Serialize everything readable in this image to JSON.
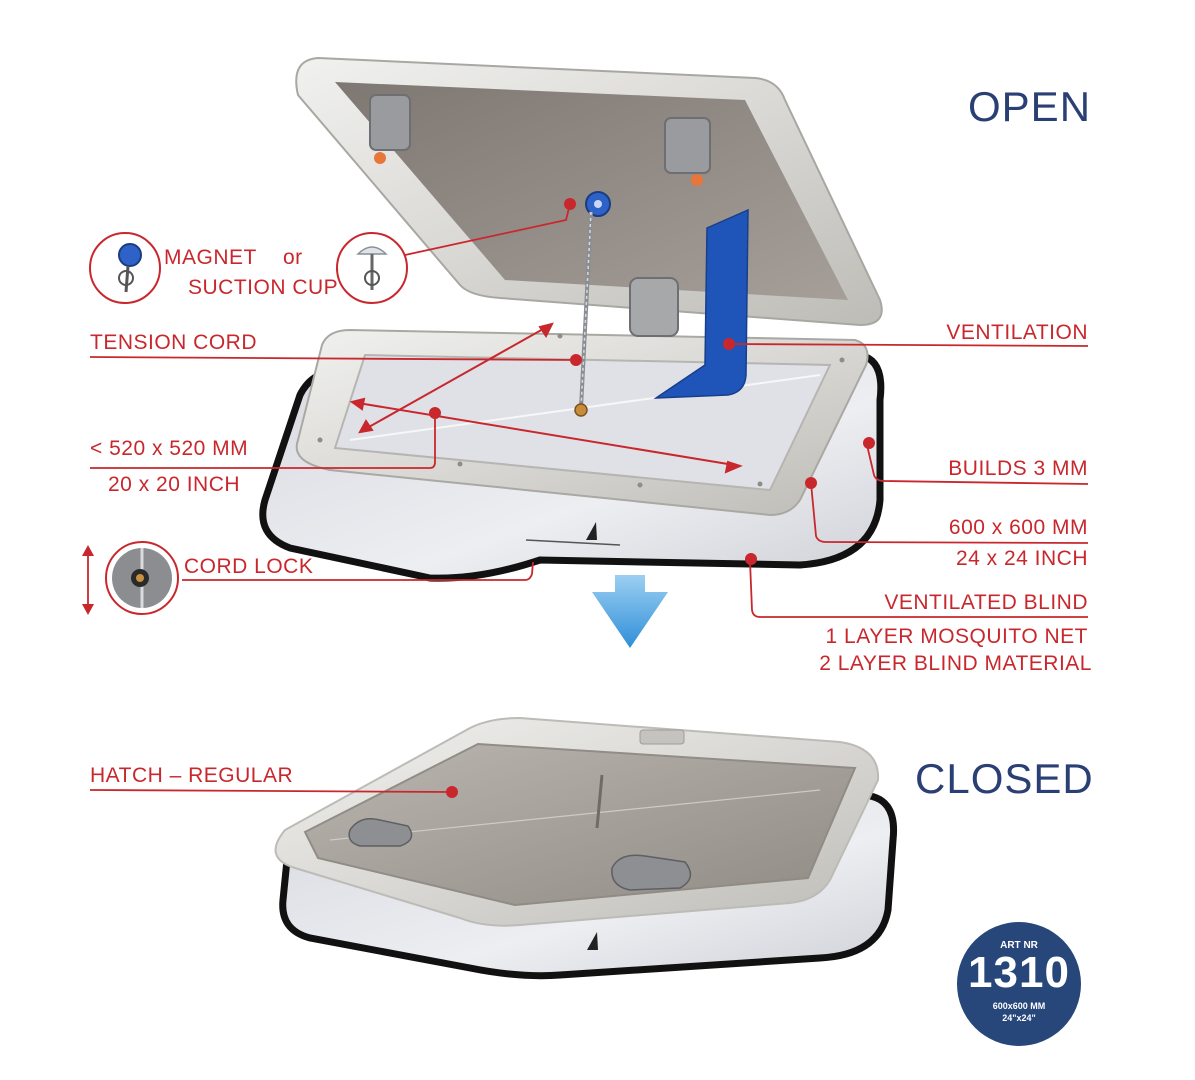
{
  "headings": {
    "open": "OPEN",
    "closed": "CLOSED"
  },
  "labels": {
    "magnet": "MAGNET",
    "or": "or",
    "suction_cup": "SUCTION CUP",
    "tension_cord": "TENSION CORD",
    "size_mm": "< 520 x 520 MM",
    "size_inch": "20 x 20 INCH",
    "cord_lock": "CORD LOCK",
    "ventilation": "VENTILATION",
    "builds": "BUILDS 3 MM",
    "blind_mm": "600 x 600 MM",
    "blind_inch": "24 x 24 INCH",
    "ventilated_blind": "VENTILATED BLIND",
    "mosquito_net": "1 LAYER MOSQUITO NET",
    "blind_material": "2 LAYER BLIND MATERIAL",
    "hatch": "HATCH – REGULAR"
  },
  "badge": {
    "title": "ART NR",
    "number": "1310",
    "size_mm": "600x600 MM",
    "size_inch": "24\"x24\""
  },
  "colors": {
    "callout_red": "#c8282d",
    "heading_navy": "#2a3f73",
    "badge_navy": "#27467a",
    "arrow_blue": "#2f8fd8",
    "vent_blue": "#1f55b8"
  },
  "icons": [
    "magnet-icon",
    "suction-cup-icon",
    "cord-lock-icon",
    "down-arrow-icon",
    "shark-fin-logo-icon"
  ]
}
